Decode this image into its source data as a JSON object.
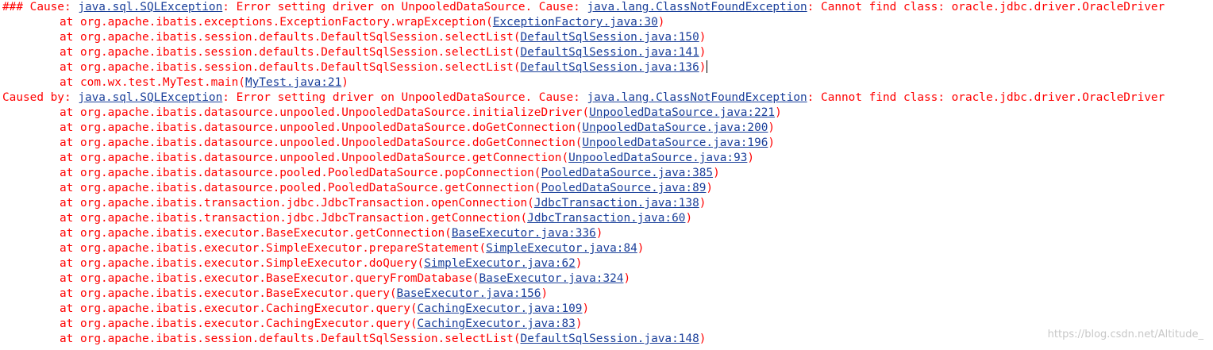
{
  "colors": {
    "text": "#ff0000",
    "link": "#1a3f9a",
    "watermark": "#c8c8c8",
    "background": "#ffffff"
  },
  "lines": [
    {
      "indent": false,
      "segments": [
        {
          "t": "### Cause: ",
          "link": false
        },
        {
          "t": "java.sql.SQLException",
          "link": true
        },
        {
          "t": ": Error setting driver on UnpooledDataSource. Cause: ",
          "link": false
        },
        {
          "t": "java.lang.ClassNotFoundException",
          "link": true
        },
        {
          "t": ": Cannot find class: oracle.jdbc.driver.OracleDriver",
          "link": false
        }
      ]
    },
    {
      "indent": true,
      "segments": [
        {
          "t": "at org.apache.ibatis.exceptions.ExceptionFactory.wrapException(",
          "link": false
        },
        {
          "t": "ExceptionFactory.java:30",
          "link": true
        },
        {
          "t": ")",
          "link": false
        }
      ]
    },
    {
      "indent": true,
      "segments": [
        {
          "t": "at org.apache.ibatis.session.defaults.DefaultSqlSession.selectList(",
          "link": false
        },
        {
          "t": "DefaultSqlSession.java:150",
          "link": true
        },
        {
          "t": ")",
          "link": false
        }
      ]
    },
    {
      "indent": true,
      "segments": [
        {
          "t": "at org.apache.ibatis.session.defaults.DefaultSqlSession.selectList(",
          "link": false
        },
        {
          "t": "DefaultSqlSession.java:141",
          "link": true
        },
        {
          "t": ")",
          "link": false
        }
      ]
    },
    {
      "indent": true,
      "caret": true,
      "segments": [
        {
          "t": "at org.apache.ibatis.session.defaults.DefaultSqlSession.selectList(",
          "link": false
        },
        {
          "t": "DefaultSqlSession.java:136",
          "link": true
        },
        {
          "t": ")",
          "link": false
        }
      ]
    },
    {
      "indent": true,
      "segments": [
        {
          "t": "at com.wx.test.MyTest.main(",
          "link": false
        },
        {
          "t": "MyTest.java:21",
          "link": true
        },
        {
          "t": ")",
          "link": false
        }
      ]
    },
    {
      "indent": false,
      "segments": [
        {
          "t": "Caused by: ",
          "link": false
        },
        {
          "t": "java.sql.SQLException",
          "link": true
        },
        {
          "t": ": Error setting driver on UnpooledDataSource. Cause: ",
          "link": false
        },
        {
          "t": "java.lang.ClassNotFoundException",
          "link": true
        },
        {
          "t": ": Cannot find class: oracle.jdbc.driver.OracleDriver",
          "link": false
        }
      ]
    },
    {
      "indent": true,
      "segments": [
        {
          "t": "at org.apache.ibatis.datasource.unpooled.UnpooledDataSource.initializeDriver(",
          "link": false
        },
        {
          "t": "UnpooledDataSource.java:221",
          "link": true
        },
        {
          "t": ")",
          "link": false
        }
      ]
    },
    {
      "indent": true,
      "segments": [
        {
          "t": "at org.apache.ibatis.datasource.unpooled.UnpooledDataSource.doGetConnection(",
          "link": false
        },
        {
          "t": "UnpooledDataSource.java:200",
          "link": true
        },
        {
          "t": ")",
          "link": false
        }
      ]
    },
    {
      "indent": true,
      "segments": [
        {
          "t": "at org.apache.ibatis.datasource.unpooled.UnpooledDataSource.doGetConnection(",
          "link": false
        },
        {
          "t": "UnpooledDataSource.java:196",
          "link": true
        },
        {
          "t": ")",
          "link": false
        }
      ]
    },
    {
      "indent": true,
      "segments": [
        {
          "t": "at org.apache.ibatis.datasource.unpooled.UnpooledDataSource.getConnection(",
          "link": false
        },
        {
          "t": "UnpooledDataSource.java:93",
          "link": true
        },
        {
          "t": ")",
          "link": false
        }
      ]
    },
    {
      "indent": true,
      "segments": [
        {
          "t": "at org.apache.ibatis.datasource.pooled.PooledDataSource.popConnection(",
          "link": false
        },
        {
          "t": "PooledDataSource.java:385",
          "link": true
        },
        {
          "t": ")",
          "link": false
        }
      ]
    },
    {
      "indent": true,
      "segments": [
        {
          "t": "at org.apache.ibatis.datasource.pooled.PooledDataSource.getConnection(",
          "link": false
        },
        {
          "t": "PooledDataSource.java:89",
          "link": true
        },
        {
          "t": ")",
          "link": false
        }
      ]
    },
    {
      "indent": true,
      "segments": [
        {
          "t": "at org.apache.ibatis.transaction.jdbc.JdbcTransaction.openConnection(",
          "link": false
        },
        {
          "t": "JdbcTransaction.java:138",
          "link": true
        },
        {
          "t": ")",
          "link": false
        }
      ]
    },
    {
      "indent": true,
      "segments": [
        {
          "t": "at org.apache.ibatis.transaction.jdbc.JdbcTransaction.getConnection(",
          "link": false
        },
        {
          "t": "JdbcTransaction.java:60",
          "link": true
        },
        {
          "t": ")",
          "link": false
        }
      ]
    },
    {
      "indent": true,
      "segments": [
        {
          "t": "at org.apache.ibatis.executor.BaseExecutor.getConnection(",
          "link": false
        },
        {
          "t": "BaseExecutor.java:336",
          "link": true
        },
        {
          "t": ")",
          "link": false
        }
      ]
    },
    {
      "indent": true,
      "segments": [
        {
          "t": "at org.apache.ibatis.executor.SimpleExecutor.prepareStatement(",
          "link": false
        },
        {
          "t": "SimpleExecutor.java:84",
          "link": true
        },
        {
          "t": ")",
          "link": false
        }
      ]
    },
    {
      "indent": true,
      "segments": [
        {
          "t": "at org.apache.ibatis.executor.SimpleExecutor.doQuery(",
          "link": false
        },
        {
          "t": "SimpleExecutor.java:62",
          "link": true
        },
        {
          "t": ")",
          "link": false
        }
      ]
    },
    {
      "indent": true,
      "segments": [
        {
          "t": "at org.apache.ibatis.executor.BaseExecutor.queryFromDatabase(",
          "link": false
        },
        {
          "t": "BaseExecutor.java:324",
          "link": true
        },
        {
          "t": ")",
          "link": false
        }
      ]
    },
    {
      "indent": true,
      "segments": [
        {
          "t": "at org.apache.ibatis.executor.BaseExecutor.query(",
          "link": false
        },
        {
          "t": "BaseExecutor.java:156",
          "link": true
        },
        {
          "t": ")",
          "link": false
        }
      ]
    },
    {
      "indent": true,
      "segments": [
        {
          "t": "at org.apache.ibatis.executor.CachingExecutor.query(",
          "link": false
        },
        {
          "t": "CachingExecutor.java:109",
          "link": true
        },
        {
          "t": ")",
          "link": false
        }
      ]
    },
    {
      "indent": true,
      "segments": [
        {
          "t": "at org.apache.ibatis.executor.CachingExecutor.query(",
          "link": false
        },
        {
          "t": "CachingExecutor.java:83",
          "link": true
        },
        {
          "t": ")",
          "link": false
        }
      ]
    },
    {
      "indent": true,
      "segments": [
        {
          "t": "at org.apache.ibatis.session.defaults.DefaultSqlSession.selectList(",
          "link": false
        },
        {
          "t": "DefaultSqlSession.java:148",
          "link": true
        },
        {
          "t": ")",
          "link": false
        }
      ]
    }
  ],
  "watermark": "https://blog.csdn.net/Altitude_"
}
